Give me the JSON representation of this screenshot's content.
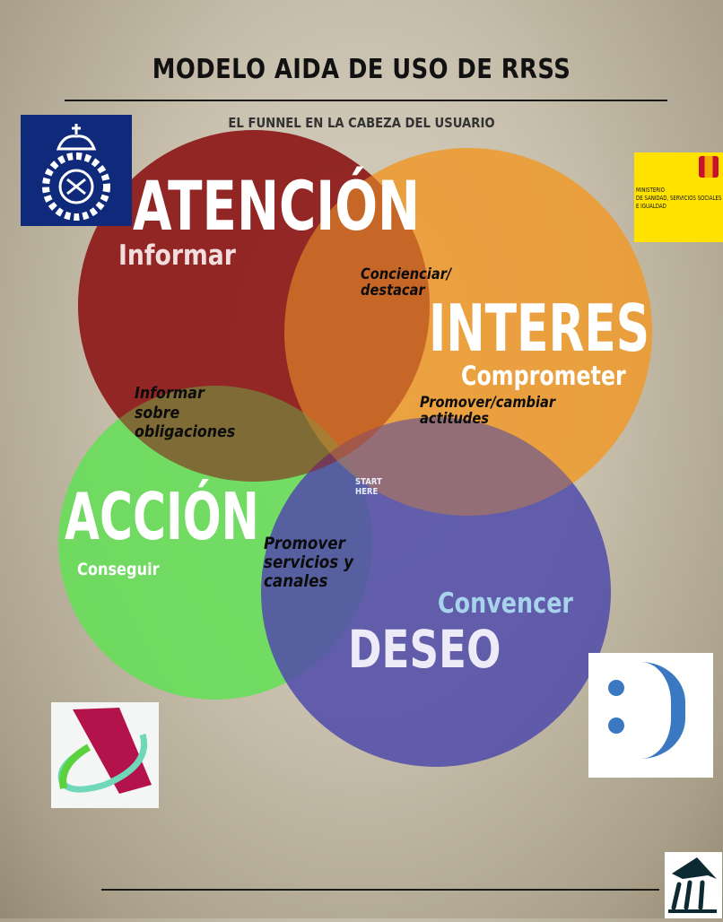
{
  "header": {
    "title": "MODELO AIDA DE USO DE RRSS",
    "subtitle": "EL FUNNEL EN LA CABEZA DEL USUARIO"
  },
  "diagram": {
    "type": "venn",
    "stages": [
      {
        "id": "atencion",
        "title": "ATENCIÓN",
        "verb": "Informar",
        "color": "#8e2323"
      },
      {
        "id": "interes",
        "title": "INTERES",
        "verb": "Comprometer",
        "color": "#eea43f"
      },
      {
        "id": "accion",
        "title": "ACCIÓN",
        "verb": "Conseguir",
        "color": "#6bd95e"
      },
      {
        "id": "deseo",
        "title": "DESEO",
        "verb": "Convencer",
        "color": "#5a54a6"
      }
    ],
    "overlaps": {
      "atencion_interes": "Concienciar/\ndestacar",
      "interes_deseo": "Promover/cambiar\nactitudes",
      "atencion_accion": "Informar\nsobre\nobligaciones",
      "accion_deseo": "Promover\nservicios y\ncanales"
    },
    "start_label": "START\nHERE"
  },
  "logos": {
    "policia": "policia-nacional-logo",
    "ministerio": {
      "text": "MINISTERIO\nDE SANIDAD, SERVICIOS SOCIALES\nE IGUALDAD"
    },
    "agencia_tributaria": "agencia-tributaria-logo",
    "smiley": ":)",
    "footer_emblem": "columns-emblem"
  }
}
